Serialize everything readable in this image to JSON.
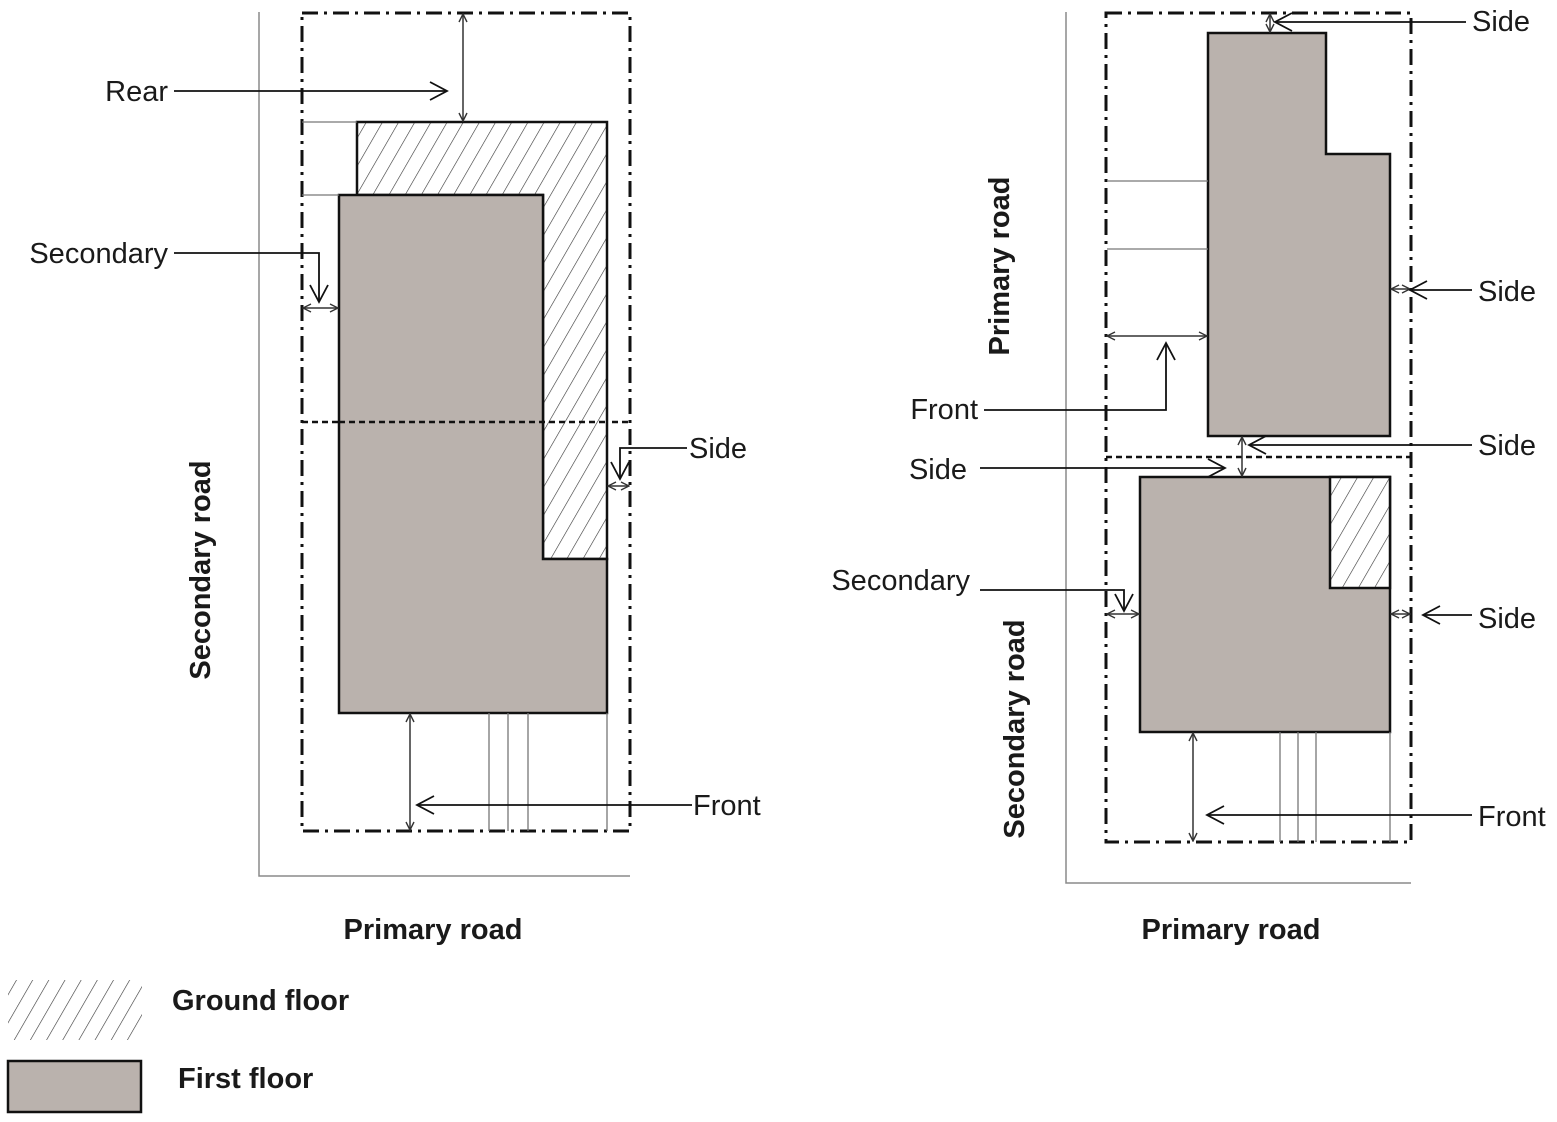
{
  "diagram": {
    "colors": {
      "first_floor_fill": "#bab2ad",
      "outline": "#111111",
      "road_line": "#8a8a8a"
    },
    "left_plan": {
      "road_bottom": "Primary road",
      "road_left": "Secondary road",
      "labels": {
        "rear": "Rear",
        "secondary": "Secondary",
        "side": "Side",
        "front": "Front"
      }
    },
    "right_plan": {
      "road_bottom": "Primary road",
      "road_left_upper": "Primary road",
      "road_left_lower": "Secondary road",
      "labels": {
        "side_top": "Side",
        "side_right_upper": "Side",
        "front_upper": "Front",
        "side_between_right": "Side",
        "side_between_left": "Side",
        "secondary": "Secondary",
        "side_right_lower": "Side",
        "front_lower": "Front"
      }
    },
    "legend": [
      {
        "key": "ground",
        "label": "Ground floor"
      },
      {
        "key": "first",
        "label": "First floor"
      }
    ]
  }
}
